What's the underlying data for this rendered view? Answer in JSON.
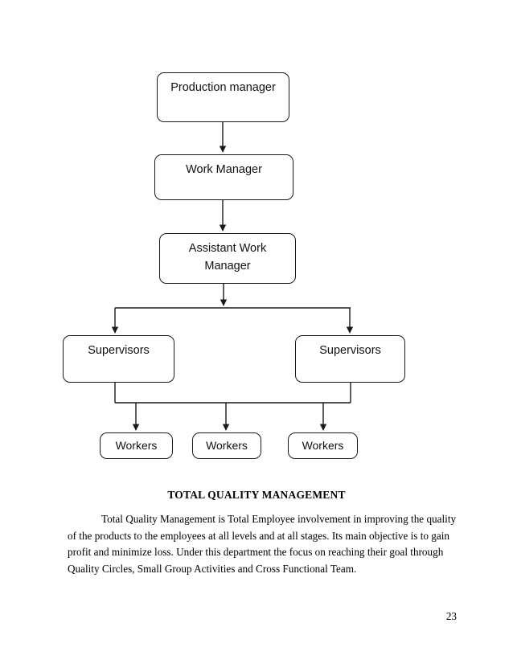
{
  "document": {
    "page_number": "23"
  },
  "diagram": {
    "type": "organization-hierarchy-flowchart",
    "line_color": "#1a1a1a",
    "box_fill": "#ffffff",
    "nodes": [
      {
        "id": "production-manager",
        "label": "Production manager",
        "level": 1
      },
      {
        "id": "work-manager",
        "label": "Work Manager",
        "level": 2
      },
      {
        "id": "assistant-work-manager",
        "label": "Assistant Work\nManager",
        "line1": "Assistant Work",
        "line2": "Manager",
        "level": 3
      },
      {
        "id": "supervisors-left",
        "label": "Supervisors",
        "level": 4
      },
      {
        "id": "supervisors-right",
        "label": "Supervisors",
        "level": 4
      },
      {
        "id": "workers-1",
        "label": "Workers",
        "level": 5
      },
      {
        "id": "workers-2",
        "label": "Workers",
        "level": 5
      },
      {
        "id": "workers-3",
        "label": "Workers",
        "level": 5
      }
    ],
    "edges": [
      {
        "from": "production-manager",
        "to": "work-manager"
      },
      {
        "from": "work-manager",
        "to": "assistant-work-manager"
      },
      {
        "from": "assistant-work-manager",
        "to": "supervisors-left"
      },
      {
        "from": "assistant-work-manager",
        "to": "supervisors-right"
      },
      {
        "from": "supervisors-left",
        "to": "workers-1"
      },
      {
        "from": "supervisors-left",
        "to": "workers-2"
      },
      {
        "from": "supervisors-left",
        "to": "workers-3"
      },
      {
        "from": "supervisors-right",
        "to": "workers-1"
      },
      {
        "from": "supervisors-right",
        "to": "workers-2"
      },
      {
        "from": "supervisors-right",
        "to": "workers-3"
      }
    ]
  },
  "section": {
    "heading": "TOTAL QUALITY MANAGEMENT",
    "paragraph_lines": [
      "Total Quality Management is Total Employee involvement in improving the quality",
      "of the products to the employees at all levels and at all stages. Its main objective is to gain",
      "profit and minimize loss. Under this department the focus on reaching their goal through",
      "Quality Circles, Small Group Activities and Cross Functional Team."
    ]
  }
}
